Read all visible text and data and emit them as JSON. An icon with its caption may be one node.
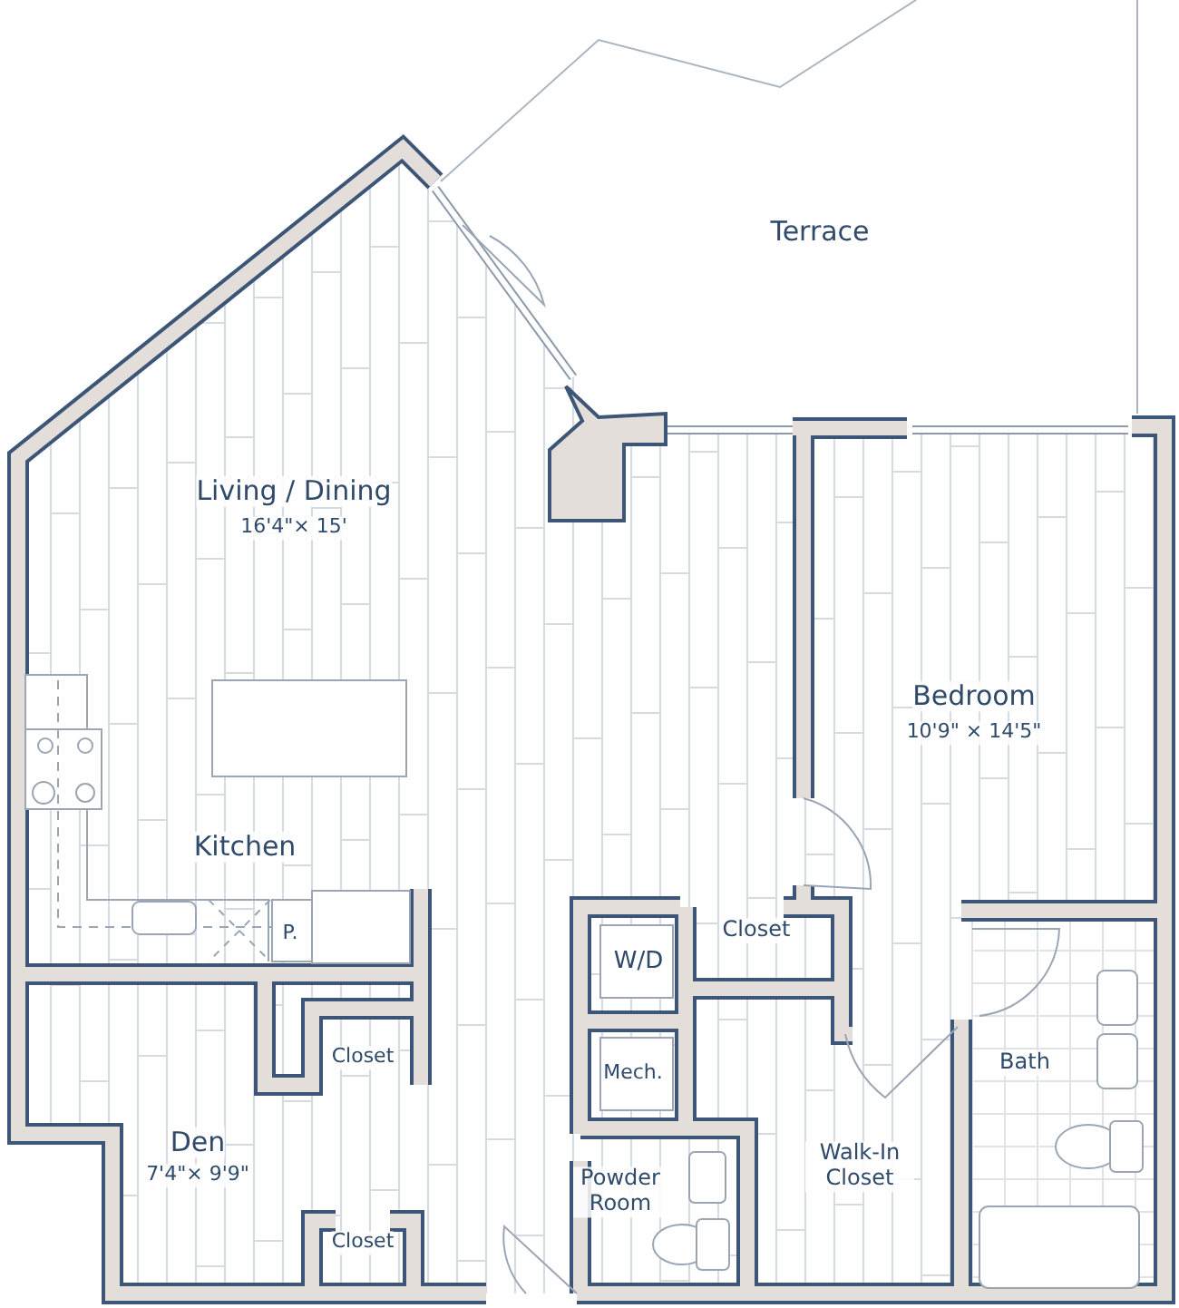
{
  "diagram": {
    "labels": [
      "Terrace",
      "Living / Dining",
      "16'4\"× 15'",
      "Bedroom",
      "10'9\" × 14'5\"",
      "Kitchen",
      "Closet",
      "P.",
      "W/D",
      "Closet",
      "Bath",
      "Mech.",
      "Den",
      "7'4\"× 9'9\"",
      "Walk-In Closet",
      "Powder Room",
      "Closet"
    ]
  }
}
